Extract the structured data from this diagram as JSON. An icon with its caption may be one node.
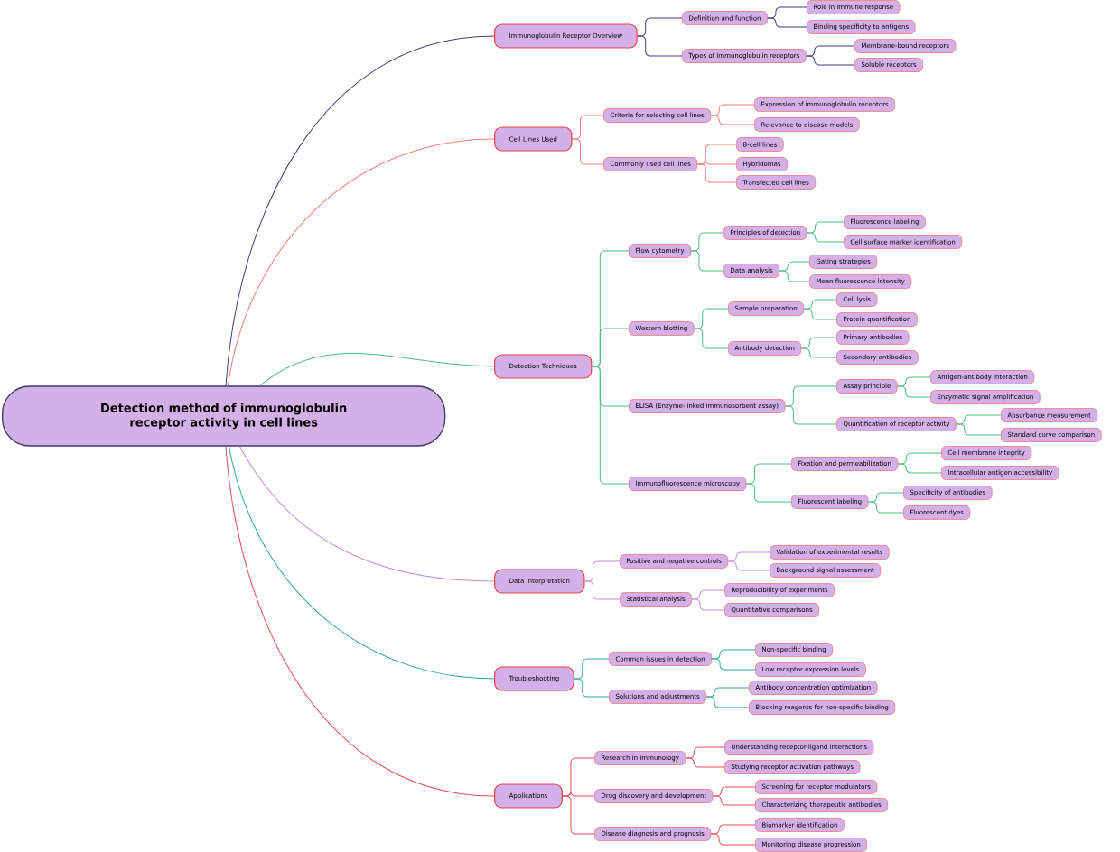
{
  "diagram": {
    "nodes": [
      {
        "text": [
          "Detection method of immunoglobulin receptor activity in cell lines"
        ]
      },
      {
        "text": [
          "Immunoglobulin Receptor Overview"
        ]
      },
      {
        "text": [
          "Definition and function"
        ]
      },
      {
        "text": [
          "Role in immune response"
        ]
      },
      {
        "text": [
          "Binding specificity to antigens"
        ]
      },
      {
        "text": [
          "Types of immunoglobulin receptors"
        ]
      },
      {
        "text": [
          "Membrane-bound receptors"
        ]
      },
      {
        "text": [
          "Soluble receptors"
        ]
      },
      {
        "text": [
          "Cell Lines Used"
        ]
      },
      {
        "text": [
          "Criteria for selecting cell lines"
        ]
      },
      {
        "text": [
          "Expression of immunoglobulin receptors"
        ]
      },
      {
        "text": [
          "Relevance to disease models"
        ]
      },
      {
        "text": [
          "Commonly used cell lines"
        ]
      },
      {
        "text": [
          "B-cell lines"
        ]
      },
      {
        "text": [
          "Hybridomas"
        ]
      },
      {
        "text": [
          "Transfected cell lines"
        ]
      },
      {
        "text": [
          "Detection Techniques"
        ]
      },
      {
        "text": [
          "Flow cytometry"
        ]
      },
      {
        "text": [
          "Principles of detection"
        ]
      },
      {
        "text": [
          "Fluorescence labeling"
        ]
      },
      {
        "text": [
          "Cell surface marker identification"
        ]
      },
      {
        "text": [
          "Data analysis"
        ]
      },
      {
        "text": [
          "Gating strategies"
        ]
      },
      {
        "text": [
          "Mean fluorescence intensity"
        ]
      },
      {
        "text": [
          "Western blotting"
        ]
      },
      {
        "text": [
          "Sample preparation"
        ]
      },
      {
        "text": [
          "Cell lysis"
        ]
      },
      {
        "text": [
          "Protein quantification"
        ]
      },
      {
        "text": [
          "Antibody detection"
        ]
      },
      {
        "text": [
          "Primary antibodies"
        ]
      },
      {
        "text": [
          "Secondary antibodies"
        ]
      },
      {
        "text": [
          "ELISA (Enzyme-linked immunosorbent assay)"
        ]
      },
      {
        "text": [
          "Assay principle"
        ]
      },
      {
        "text": [
          "Antigen-antibody interaction"
        ]
      },
      {
        "text": [
          "Enzymatic signal amplification"
        ]
      },
      {
        "text": [
          "Quantification of receptor activity"
        ]
      },
      {
        "text": [
          "Absorbance measurement"
        ]
      },
      {
        "text": [
          "Standard curve comparison"
        ]
      },
      {
        "text": [
          "Immunofluorescence microscopy"
        ]
      },
      {
        "text": [
          "Fixation and permeabilization"
        ]
      },
      {
        "text": [
          "Cell membrane integrity"
        ]
      },
      {
        "text": [
          "Intracellular antigen accessibility"
        ]
      },
      {
        "text": [
          "Fluorescent labeling"
        ]
      },
      {
        "text": [
          "Specificity of antibodies"
        ]
      },
      {
        "text": [
          "Fluorescent dyes"
        ]
      },
      {
        "text": [
          "Data Interpretation"
        ]
      },
      {
        "text": [
          "Positive and negative controls"
        ]
      },
      {
        "text": [
          "Validation of experimental results"
        ]
      },
      {
        "text": [
          "Background signal assessment"
        ]
      },
      {
        "text": [
          "Statistical analysis"
        ]
      },
      {
        "text": [
          "Reproducibility of experiments"
        ]
      },
      {
        "text": [
          "Quantitative comparisons"
        ]
      },
      {
        "text": [
          "Troubleshooting"
        ]
      },
      {
        "text": [
          "Common issues in detection"
        ]
      },
      {
        "text": [
          "Non-specific binding"
        ]
      },
      {
        "text": [
          "Low receptor expression levels"
        ]
      },
      {
        "text": [
          "Solutions and adjustments"
        ]
      },
      {
        "text": [
          "Antibody concentration optimization"
        ]
      },
      {
        "text": [
          "Blocking reagents for non-specific binding"
        ]
      },
      {
        "text": [
          "Applications"
        ]
      },
      {
        "text": [
          "Research in immunology"
        ]
      },
      {
        "text": [
          "Understanding receptor-ligand interactions"
        ]
      },
      {
        "text": [
          "Studying receptor activation pathways"
        ]
      },
      {
        "text": [
          "Drug discovery and development"
        ]
      },
      {
        "text": [
          "Screening for receptor modulators"
        ]
      },
      {
        "text": [
          "Characterizing therapeutic antibodies"
        ]
      },
      {
        "text": [
          "Disease diagnosis and prognosis"
        ]
      },
      {
        "text": [
          "Biomarker identification"
        ]
      },
      {
        "text": [
          "Monitoring disease progression"
        ]
      }
    ],
    "edges": [
      {
        "from": 0,
        "to": 1,
        "arrow": "none",
        "color": "#3d3d85"
      },
      {
        "from": 1,
        "to": 2,
        "arrow": "none",
        "color": "#3d3d85"
      },
      {
        "from": 2,
        "to": 3,
        "arrow": "none",
        "color": "#3d3d85"
      },
      {
        "from": 2,
        "to": 4,
        "arrow": "none",
        "color": "#3d3d85"
      },
      {
        "from": 1,
        "to": 5,
        "arrow": "none",
        "color": "#3d3d85"
      },
      {
        "from": 5,
        "to": 6,
        "arrow": "none",
        "color": "#3d3d85"
      },
      {
        "from": 5,
        "to": 7,
        "arrow": "none",
        "color": "#3d3d85"
      },
      {
        "from": 0,
        "to": 8,
        "arrow": "none",
        "color": "#f47c7c"
      },
      {
        "from": 8,
        "to": 9,
        "arrow": "none",
        "color": "#f47c7c"
      },
      {
        "from": 9,
        "to": 10,
        "arrow": "none",
        "color": "#f47c7c"
      },
      {
        "from": 9,
        "to": 11,
        "arrow": "none",
        "color": "#f47c7c"
      },
      {
        "from": 8,
        "to": 12,
        "arrow": "none",
        "color": "#f47c7c"
      },
      {
        "from": 12,
        "to": 13,
        "arrow": "none",
        "color": "#f47c7c"
      },
      {
        "from": 12,
        "to": 14,
        "arrow": "none",
        "color": "#f47c7c"
      },
      {
        "from": 12,
        "to": 15,
        "arrow": "none",
        "color": "#f47c7c"
      },
      {
        "from": 0,
        "to": 16,
        "arrow": "none",
        "color": "#4dbb85"
      },
      {
        "from": 16,
        "to": 17,
        "arrow": "none",
        "color": "#4dbb85"
      },
      {
        "from": 17,
        "to": 18,
        "arrow": "none",
        "color": "#4dbb85"
      },
      {
        "from": 18,
        "to": 19,
        "arrow": "none",
        "color": "#4dbb85"
      },
      {
        "from": 18,
        "to": 20,
        "arrow": "none",
        "color": "#4dbb85"
      },
      {
        "from": 17,
        "to": 21,
        "arrow": "none",
        "color": "#4dbb85"
      },
      {
        "from": 21,
        "to": 22,
        "arrow": "none",
        "color": "#4dbb85"
      },
      {
        "from": 21,
        "to": 23,
        "arrow": "none",
        "color": "#4dbb85"
      },
      {
        "from": 16,
        "to": 24,
        "arrow": "none",
        "color": "#4dbb85"
      },
      {
        "from": 24,
        "to": 25,
        "arrow": "none",
        "color": "#4dbb85"
      },
      {
        "from": 25,
        "to": 26,
        "arrow": "none",
        "color": "#4dbb85"
      },
      {
        "from": 25,
        "to": 27,
        "arrow": "none",
        "color": "#4dbb85"
      },
      {
        "from": 24,
        "to": 28,
        "arrow": "none",
        "color": "#4dbb85"
      },
      {
        "from": 28,
        "to": 29,
        "arrow": "none",
        "color": "#4dbb85"
      },
      {
        "from": 28,
        "to": 30,
        "arrow": "none",
        "color": "#4dbb85"
      },
      {
        "from": 16,
        "to": 31,
        "arrow": "none",
        "color": "#4dbb85"
      },
      {
        "from": 31,
        "to": 32,
        "arrow": "none",
        "color": "#4dbb85"
      },
      {
        "from": 32,
        "to": 33,
        "arrow": "none",
        "color": "#4dbb85"
      },
      {
        "from": 32,
        "to": 34,
        "arrow": "none",
        "color": "#4dbb85"
      },
      {
        "from": 31,
        "to": 35,
        "arrow": "none",
        "color": "#4dbb85"
      },
      {
        "from": 35,
        "to": 36,
        "arrow": "none",
        "color": "#4dbb85"
      },
      {
        "from": 35,
        "to": 37,
        "arrow": "none",
        "color": "#4dbb85"
      },
      {
        "from": 16,
        "to": 38,
        "arrow": "none",
        "color": "#4dbb85"
      },
      {
        "from": 38,
        "to": 39,
        "arrow": "none",
        "color": "#4dbb85"
      },
      {
        "from": 39,
        "to": 40,
        "arrow": "none",
        "color": "#4dbb85"
      },
      {
        "from": 39,
        "to": 41,
        "arrow": "none",
        "color": "#4dbb85"
      },
      {
        "from": 38,
        "to": 42,
        "arrow": "none",
        "color": "#4dbb85"
      },
      {
        "from": 42,
        "to": 43,
        "arrow": "none",
        "color": "#4dbb85"
      },
      {
        "from": 42,
        "to": 44,
        "arrow": "none",
        "color": "#4dbb85"
      },
      {
        "from": 0,
        "to": 45,
        "arrow": "none",
        "color": "#c08ee0"
      },
      {
        "from": 45,
        "to": 46,
        "arrow": "none",
        "color": "#c08ee0"
      },
      {
        "from": 46,
        "to": 47,
        "arrow": "none",
        "color": "#c08ee0"
      },
      {
        "from": 46,
        "to": 48,
        "arrow": "none",
        "color": "#c08ee0"
      },
      {
        "from": 45,
        "to": 49,
        "arrow": "none",
        "color": "#c08ee0"
      },
      {
        "from": 49,
        "to": 50,
        "arrow": "none",
        "color": "#c08ee0"
      },
      {
        "from": 49,
        "to": 51,
        "arrow": "none",
        "color": "#c08ee0"
      },
      {
        "from": 0,
        "to": 52,
        "arrow": "none",
        "color": "#2aa89a"
      },
      {
        "from": 52,
        "to": 53,
        "arrow": "none",
        "color": "#2aa89a"
      },
      {
        "from": 53,
        "to": 54,
        "arrow": "none",
        "color": "#2aa89a"
      },
      {
        "from": 53,
        "to": 55,
        "arrow": "none",
        "color": "#2aa89a"
      },
      {
        "from": 52,
        "to": 56,
        "arrow": "none",
        "color": "#2aa89a"
      },
      {
        "from": 56,
        "to": 57,
        "arrow": "none",
        "color": "#2aa89a"
      },
      {
        "from": 56,
        "to": 58,
        "arrow": "none",
        "color": "#2aa89a"
      },
      {
        "from": 0,
        "to": 59,
        "arrow": "none",
        "color": "#e64f5c"
      },
      {
        "from": 59,
        "to": 60,
        "arrow": "none",
        "color": "#e64f5c"
      },
      {
        "from": 60,
        "to": 61,
        "arrow": "none",
        "color": "#e64f5c"
      },
      {
        "from": 60,
        "to": 62,
        "arrow": "none",
        "color": "#e64f5c"
      },
      {
        "from": 59,
        "to": 63,
        "arrow": "none",
        "color": "#e64f5c"
      },
      {
        "from": 63,
        "to": 64,
        "arrow": "none",
        "color": "#e64f5c"
      },
      {
        "from": 63,
        "to": 65,
        "arrow": "none",
        "color": "#e64f5c"
      },
      {
        "from": 59,
        "to": 66,
        "arrow": "none",
        "color": "#e64f5c"
      },
      {
        "from": 66,
        "to": 67,
        "arrow": "none",
        "color": "#e64f5c"
      },
      {
        "from": 66,
        "to": 68,
        "arrow": "none",
        "color": "#e64f5c"
      }
    ]
  }
}
